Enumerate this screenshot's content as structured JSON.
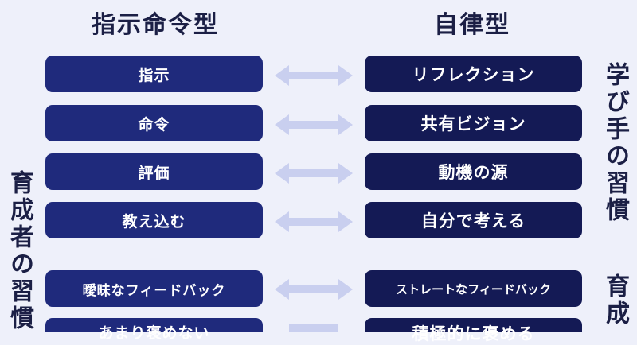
{
  "headers": {
    "left": "指示命令型",
    "right": "自律型"
  },
  "side_labels": {
    "left": "育成者の習慣",
    "right_top": "学び手の習慣",
    "right_bottom": "育成"
  },
  "rows": [
    {
      "left": "指示",
      "right": "リフレクション"
    },
    {
      "left": "命令",
      "right": "共有ビジョン"
    },
    {
      "left": "評価",
      "right": "動機の源"
    },
    {
      "left": "教え込む",
      "right": "自分で考える"
    },
    {
      "left": "曖昧なフィードバック",
      "right": "ストレートなフィードバック"
    },
    {
      "left": "あまり褒めない",
      "right": "積極的に褒める"
    }
  ],
  "colors": {
    "background": "#eef0fa",
    "left_box": "#1f2a7c",
    "right_box": "#141a55",
    "arrow": "#c9cfef"
  }
}
